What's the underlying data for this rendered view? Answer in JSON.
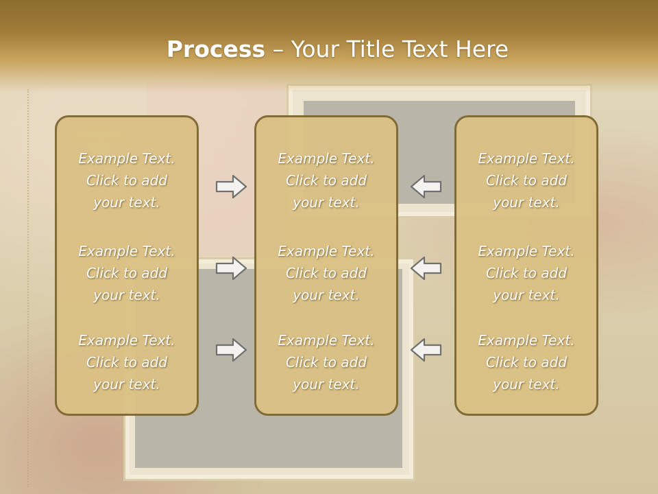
{
  "slide": {
    "title_bold": "Process",
    "title_rest": " – Your Title Text Here"
  },
  "columns": [
    {
      "items": [
        {
          "line1": "Example Text.",
          "line2": "Click  to add",
          "line3": "your text."
        },
        {
          "line1": "Example Text.",
          "line2": "Click  to add",
          "line3": "your text."
        },
        {
          "line1": "Example Text.",
          "line2": "Click  to add",
          "line3": "your text."
        }
      ]
    },
    {
      "items": [
        {
          "line1": "Example Text.",
          "line2": "Click  to add",
          "line3": "your text."
        },
        {
          "line1": "Example Text.",
          "line2": "Click  to add",
          "line3": "your text."
        },
        {
          "line1": "Example Text.",
          "line2": "Click  to add",
          "line3": "your text."
        }
      ]
    },
    {
      "items": [
        {
          "line1": "Example Text.",
          "line2": "Click  to add",
          "line3": "your text."
        },
        {
          "line1": "Example Text.",
          "line2": "Click  to add",
          "line3": "your text."
        },
        {
          "line1": "Example Text.",
          "line2": "Click  to add",
          "line3": "your text."
        }
      ]
    }
  ],
  "icons": {
    "left_arrows": "arrow-right-icon",
    "right_arrows": "arrow-left-icon"
  },
  "colors": {
    "header": "#a07c38",
    "box_fill": "#dbc185",
    "box_border": "#7e6832",
    "text": "#ffffff"
  }
}
